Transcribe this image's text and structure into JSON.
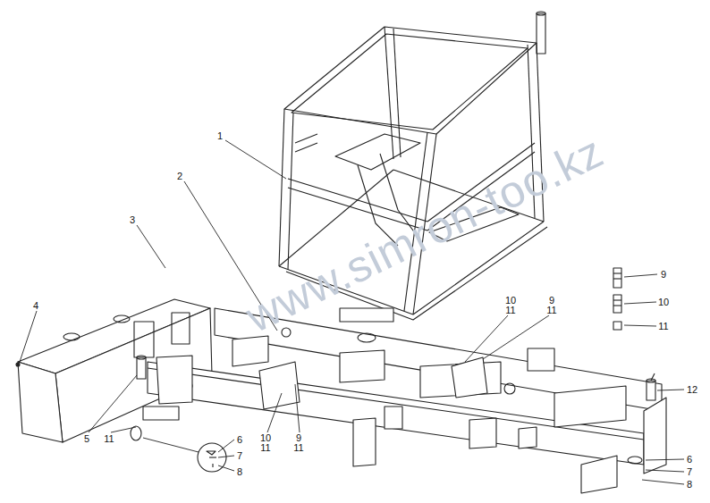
{
  "diagram": {
    "labels": [
      "1",
      "2",
      "3",
      "4",
      "5",
      "11",
      "10",
      "11",
      "9",
      "11",
      "6",
      "7",
      "8",
      "10",
      "11",
      "9",
      "11",
      "9",
      "10",
      "11",
      "12",
      "6",
      "7",
      "8",
      "www.simron-too.kz"
    ]
  }
}
